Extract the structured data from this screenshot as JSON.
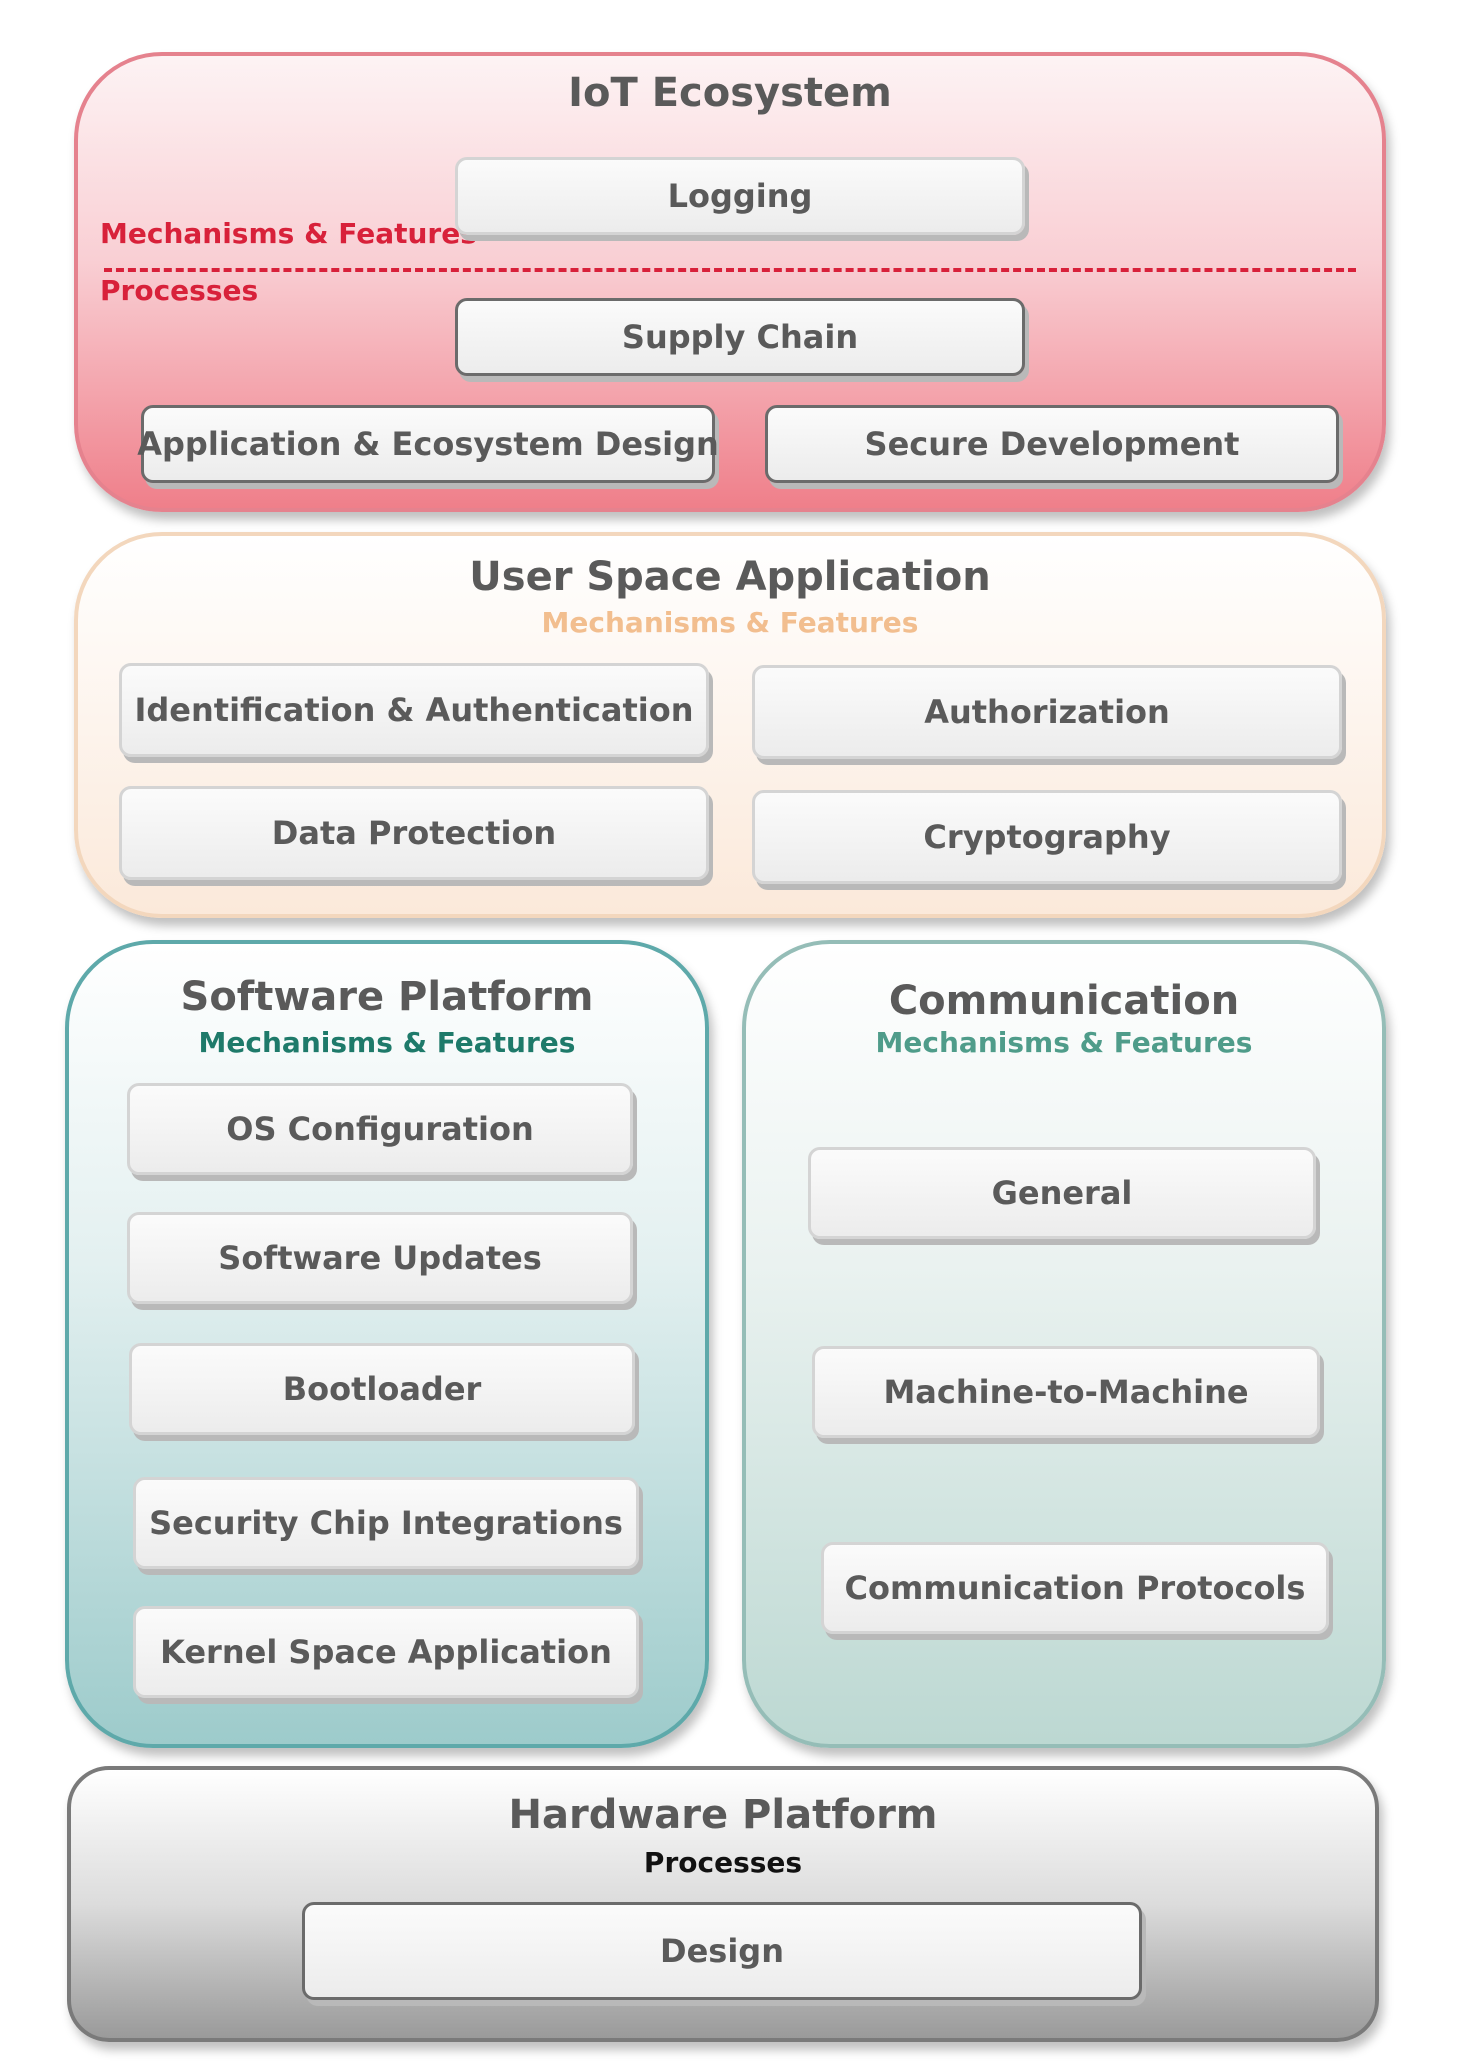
{
  "iot_ecosystem": {
    "title": "IoT Ecosystem",
    "mechanisms_label": "Mechanisms & Features",
    "processes_label": "Processes",
    "items": [
      "Logging",
      "Supply Chain",
      "Application & Ecosystem Design",
      "Secure Development"
    ],
    "colors": {
      "label": "#d8213a",
      "border": "#e5828e"
    }
  },
  "user_space": {
    "title": "User Space Application",
    "subtitle": "Mechanisms & Features",
    "items": [
      "Identification & Authentication",
      "Authorization",
      "Data Protection",
      "Cryptography"
    ],
    "colors": {
      "subtitle": "#f2be8f",
      "border": "#f3d7bd"
    }
  },
  "software_platform": {
    "title": "Software Platform",
    "subtitle": "Mechanisms & Features",
    "items": [
      "OS Configuration",
      "Software Updates",
      "Bootloader",
      "Security Chip Integrations",
      "Kernel Space Application"
    ],
    "colors": {
      "subtitle": "#1e7a6a",
      "border": "#5ea9aa"
    }
  },
  "communication": {
    "title": "Communication",
    "subtitle": "Mechanisms & Features",
    "items": [
      "General",
      "Machine-to-Machine",
      "Communication Protocols"
    ],
    "colors": {
      "subtitle": "#4f9c8a",
      "border": "#95bdb7"
    }
  },
  "hardware_platform": {
    "title": "Hardware Platform",
    "subtitle": "Processes",
    "items": [
      "Design"
    ],
    "colors": {
      "subtitle": "#111111",
      "border": "#7a7a7a"
    }
  }
}
